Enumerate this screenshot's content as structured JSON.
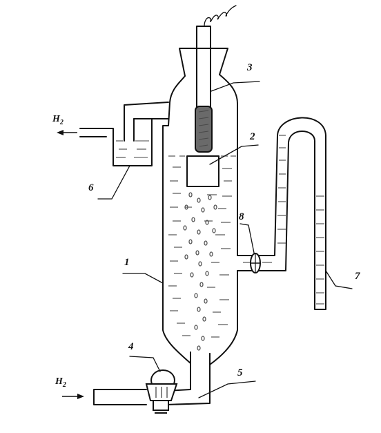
{
  "diagram": {
    "labels": {
      "vessel": "1",
      "block": "2",
      "electrode": "3",
      "valve_bottom": "4",
      "pipe_bottom": "5",
      "trap": "6",
      "u_tube": "7",
      "valve_side": "8"
    },
    "gas_out": {
      "symbol": "H",
      "subscript": "2"
    },
    "gas_in": {
      "symbol": "H",
      "subscript": "2"
    }
  }
}
